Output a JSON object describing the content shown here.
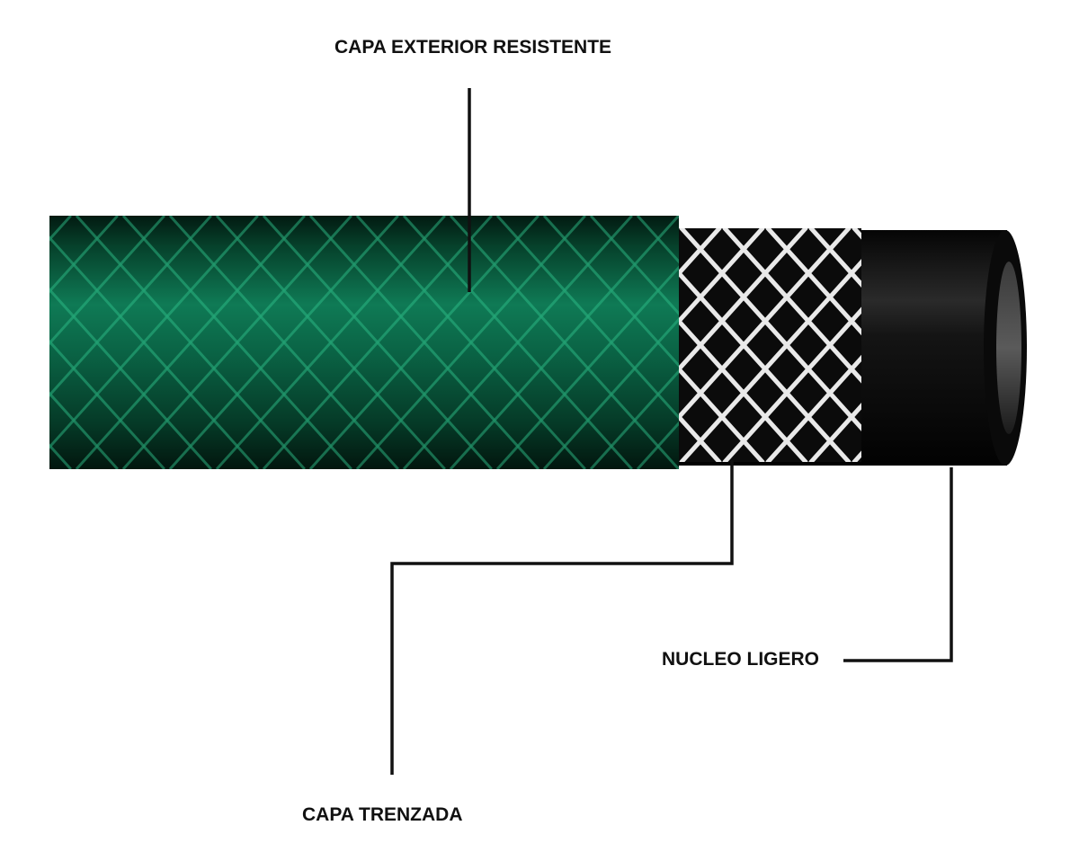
{
  "labels": {
    "outer_layer": "CAPA EXTERIOR RESISTENTE",
    "braided_layer": "CAPA TRENZADA",
    "core": "NUCLEO LIGERO"
  },
  "colors": {
    "outer_green": "#0f7a55",
    "outer_green_dark": "#03261a",
    "braid_green": "#2fbf8a",
    "braid_white": "#e9e9e9",
    "core_black": "#0b0b0b",
    "leader_line": "#111111",
    "background": "#ffffff"
  }
}
